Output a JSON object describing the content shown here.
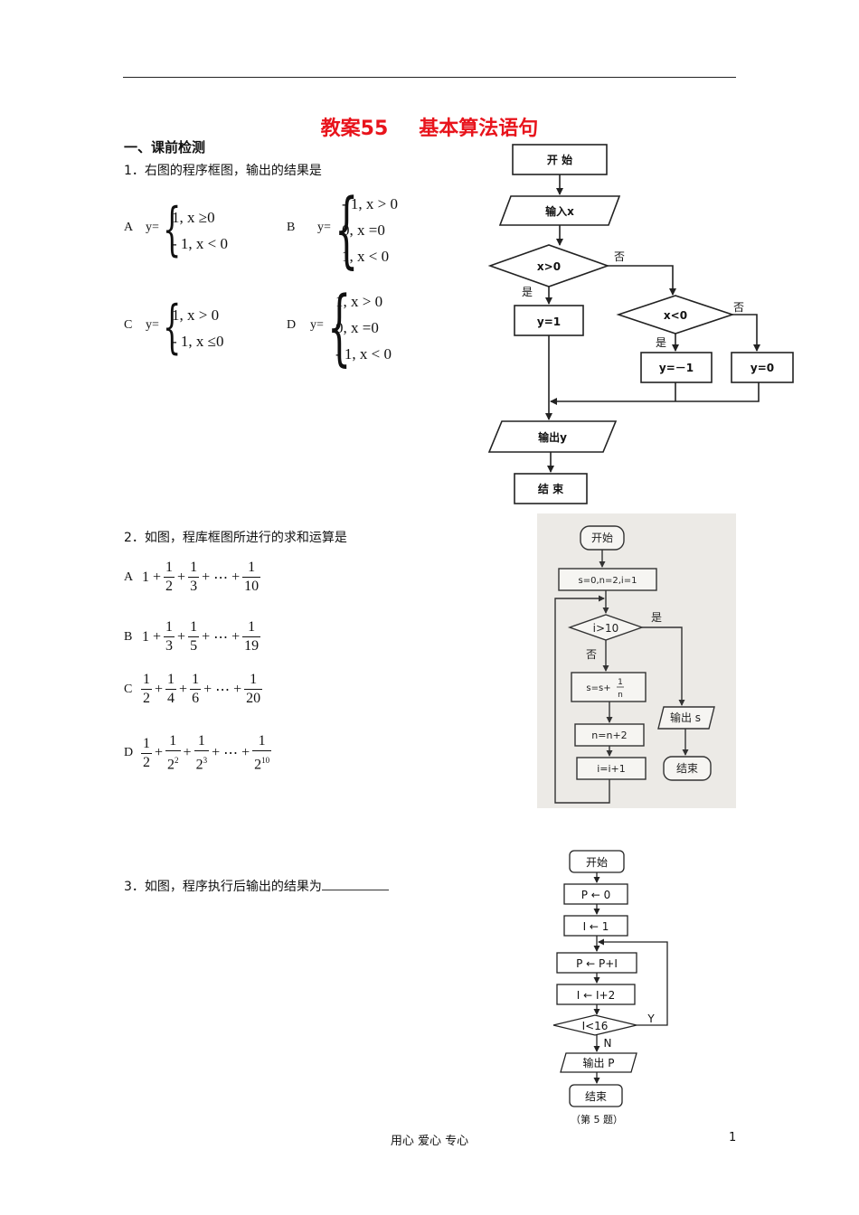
{
  "header": {
    "title_left": "教案55",
    "title_right": "基本算法语句"
  },
  "section": "一、课前检测",
  "q1": {
    "text": "1．右图的程序框图，输出的结果是",
    "options": {
      "A": {
        "label": "A",
        "y": "y=",
        "lines": [
          "1, x ≥0",
          "- 1, x < 0"
        ]
      },
      "B": {
        "label": "B",
        "y": "y=",
        "lines": [
          "- 1, x > 0",
          "0, x =0",
          "1, x < 0"
        ]
      },
      "C": {
        "label": "C",
        "y": "y=",
        "lines": [
          "1, x > 0",
          "- 1, x ≤0"
        ]
      },
      "D": {
        "label": "D",
        "y": "y=",
        "lines": [
          "1, x > 0",
          "0, x =0",
          "- 1, x < 0"
        ]
      }
    },
    "flow": {
      "start": "开  始",
      "input": "输入x",
      "cond1": "x>0",
      "cond2": "x<0",
      "yes": "是",
      "no": "否",
      "y1": "y=1",
      "ym1": "y=－1",
      "y0": "y=0",
      "output": "输出y",
      "end": "结  束"
    }
  },
  "q2": {
    "text": "2．如图，程库框图所进行的求和运算是",
    "options": {
      "A": {
        "label": "A",
        "lead": "1",
        "fracs": [
          [
            "1",
            "2"
          ],
          [
            "1",
            "3"
          ]
        ],
        "dots": "⋯",
        "last": [
          "1",
          "10"
        ]
      },
      "B": {
        "label": "B",
        "lead": "1",
        "fracs": [
          [
            "1",
            "3"
          ],
          [
            "1",
            "5"
          ]
        ],
        "dots": "⋯",
        "last": [
          "1",
          "19"
        ]
      },
      "C": {
        "label": "C",
        "fracs": [
          [
            "1",
            "2"
          ],
          [
            "1",
            "4"
          ],
          [
            "1",
            "6"
          ]
        ],
        "dots": "⋯",
        "last": [
          "1",
          "20"
        ]
      },
      "D": {
        "label": "D",
        "fracs": [
          [
            "1",
            "2"
          ]
        ],
        "pow_fracs": [
          [
            "1",
            "2",
            "2"
          ],
          [
            "1",
            "2",
            "3"
          ]
        ],
        "dots": "⋯",
        "last_pow": [
          "1",
          "2",
          "10"
        ]
      }
    },
    "plus": "+",
    "flow": {
      "start": "开始",
      "init": "s=0,n=2,i=1",
      "cond": "i>10",
      "yes": "是",
      "no": "否",
      "update_s": "s=s+",
      "update_s_num": "1",
      "update_s_den": "n",
      "update_n": "n=n+2",
      "update_i": "i=i+1",
      "output": "输出 s",
      "end": "结束"
    }
  },
  "q3": {
    "text": "3．如图，程序执行后输出的结果为",
    "flow": {
      "start": "开始",
      "p0": "P ← 0",
      "i1": "I ← 1",
      "pp": "P ← P+I",
      "ii": "I ← I+2",
      "cond": "I<16",
      "y": "Y",
      "n": "N",
      "output": "输出 P",
      "end": "结束",
      "caption": "（第 5 题）"
    }
  },
  "footer": {
    "text": "用心  爱心  专心",
    "page": "1"
  }
}
